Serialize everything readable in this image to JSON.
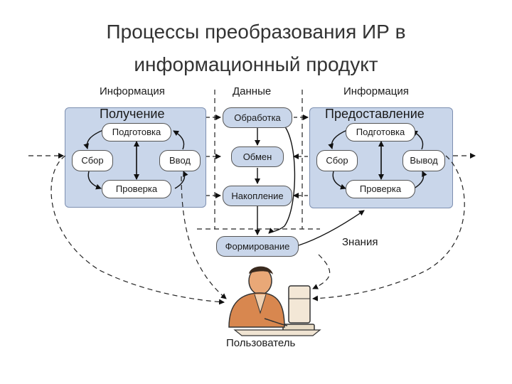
{
  "title": {
    "line1": "Процессы преобразования ИР в",
    "line2": "информационный продукт"
  },
  "columns": {
    "left": "Информация",
    "middle": "Данные",
    "right": "Информация"
  },
  "groups": {
    "left": "Получение",
    "right": "Предоставление"
  },
  "left_nodes": {
    "prep": "Подготовка",
    "collect": "Сбор",
    "input": "Ввод",
    "check": "Проверка"
  },
  "middle_nodes": {
    "process": "Обработка",
    "exchange": "Обмен",
    "accumulate": "Накопление",
    "form": "Формирование"
  },
  "right_nodes": {
    "prep": "Подготовка",
    "collect": "Сбор",
    "output": "Вывод",
    "check": "Проверка"
  },
  "knowledge": "Знания",
  "user": "Пользователь",
  "icons": [
    "user-at-computer-icon"
  ],
  "colors": {
    "group_fill": "#c9d6ea",
    "stroke": "#555555"
  }
}
